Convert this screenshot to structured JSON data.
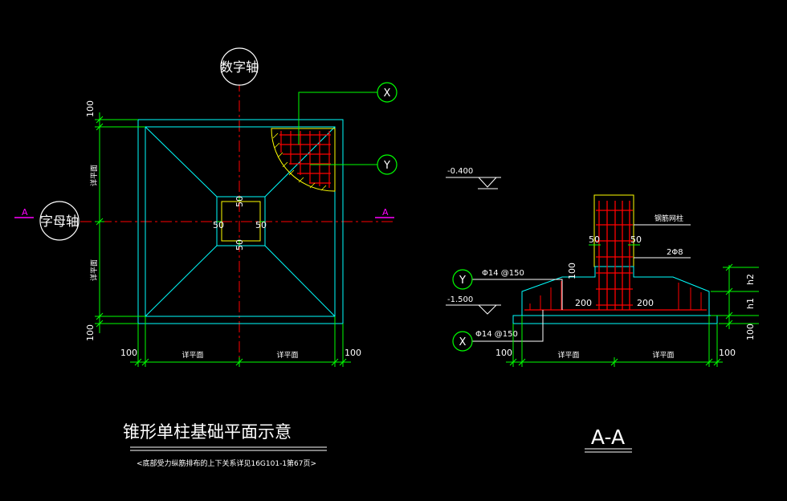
{
  "plan": {
    "axis_top": "数字轴",
    "axis_left": "字母轴",
    "axis_x": "X",
    "axis_y": "Y",
    "section_mark": "A",
    "dim_100": "100",
    "dim_50": "50",
    "dim_detail": "详平面",
    "title": "锥形单柱基础平面示意",
    "subtitle": "<底部受力纵筋排布的上下关系详见16G101-1第67页>"
  },
  "section": {
    "title": "A-A",
    "elev_top": "-0.400",
    "elev_bottom": "-1.500",
    "label_column": "钢筋网柱",
    "label_2phi8": "2Φ8",
    "rebar_y": "Φ14 @150",
    "rebar_x": "Φ14 @150",
    "axis_x": "X",
    "axis_y": "Y",
    "dim_50": "50",
    "dim_100": "100",
    "dim_200": "200",
    "dim_h1": "h1",
    "dim_h2": "h2",
    "dim_detail": "详平面"
  },
  "colors": {
    "background": "#000000",
    "outline": "#00ffff",
    "dimension": "#00ff00",
    "rebar": "#ff0000",
    "hatch": "#ffff00",
    "centerline": "#ff0000",
    "section_mark": "#ff00ff",
    "text": "#ffffff"
  }
}
